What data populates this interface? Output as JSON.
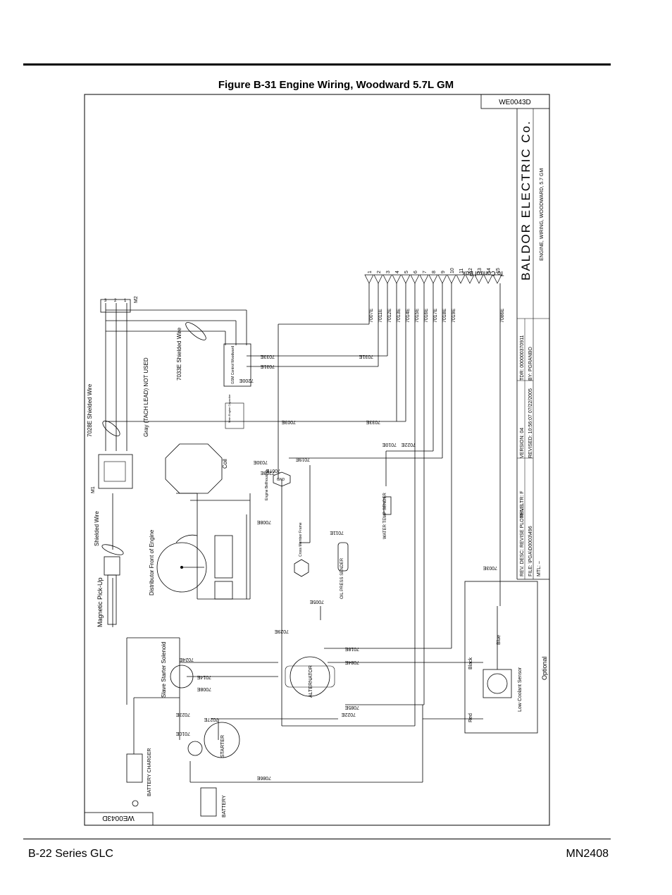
{
  "figure_title": "Figure B-31 Engine Wiring, Woodward 5.7L GM",
  "footer": {
    "left": "B-22 Series GLC",
    "right": "MN2408"
  },
  "drawing_number": "WE0043D",
  "title_block": {
    "company": "BALDOR ELECTRIC Co.",
    "description": "ENGINE, WIRING, WOODWARD, 5.7 GM",
    "tdr": "TDR: 000000370911",
    "by": "BY: PGRANBO",
    "rev_desc": "REV. DESC: REVISE PLOTFILE",
    "rev_ltr": "REV. LTR: F",
    "version": "VERSION: 04",
    "file": "FILE: \\PGA\\D0003\\496",
    "revised": "REVISED: 10:56:07 07/22/2005",
    "mtl": "MTL: –"
  },
  "connector_label": "To Control Box",
  "terminals": [
    "1",
    "2",
    "3",
    "4",
    "5",
    "6",
    "7",
    "8",
    "9",
    "10",
    "11",
    "12",
    "13",
    "14",
    "15"
  ],
  "terminal_wires": [
    "7007E",
    "7011E",
    "7012E",
    "7013E",
    "7014E",
    "7015E",
    "7016E",
    "7017E",
    "7018E",
    "7019E",
    "7086E"
  ],
  "components": {
    "m1": "M1",
    "m2": "M2",
    "magnetic_pickup": "Magnetic Pick-Up",
    "shielded_wire": "Shielded Wire",
    "shielded_wire_7028": "7028E Shielded Wire",
    "shielded_wire_7033": "7033E Shielded Wire",
    "distributor": "Distributor Front of Engine",
    "coil": "Coil",
    "gray_tach": "Gray (TACH LEAD) NOT USED",
    "gsm_control": "GSM Control Woodward",
    "main_cap": "Main Engine Capacitor",
    "engine_bellhousing": "Engine Bellhousing",
    "water_temp": "WATER TEMP SENDER",
    "oil_press": "OIL PRESS SENDER",
    "cross_member": "Cross Member Frame",
    "slave_starter": "Slave Starter Solenoid",
    "alternator": "ALTERNATOR",
    "starter": "STARTER",
    "battery_charger": "BATTERY CHARGER",
    "battery": "BATTERY",
    "low_coolant": "Low Coolant Sensor",
    "optional": "Optional",
    "blue": "Blue",
    "black": "Black",
    "red": "Red",
    "gnd": "GND"
  },
  "wire_labels": [
    "7033E",
    "7031E",
    "7200E",
    "7003E",
    "7030E",
    "7203E",
    "7007E",
    "7019E",
    "7010E",
    "7022E",
    "7008E",
    "7011E",
    "7005E",
    "7029E",
    "7018E",
    "7084E",
    "7024E",
    "7014E",
    "7008E",
    "7027E",
    "7023E",
    "7010E",
    "7085E",
    "7022E",
    "7086E",
    "7003E",
    "7033E",
    "7031E"
  ]
}
